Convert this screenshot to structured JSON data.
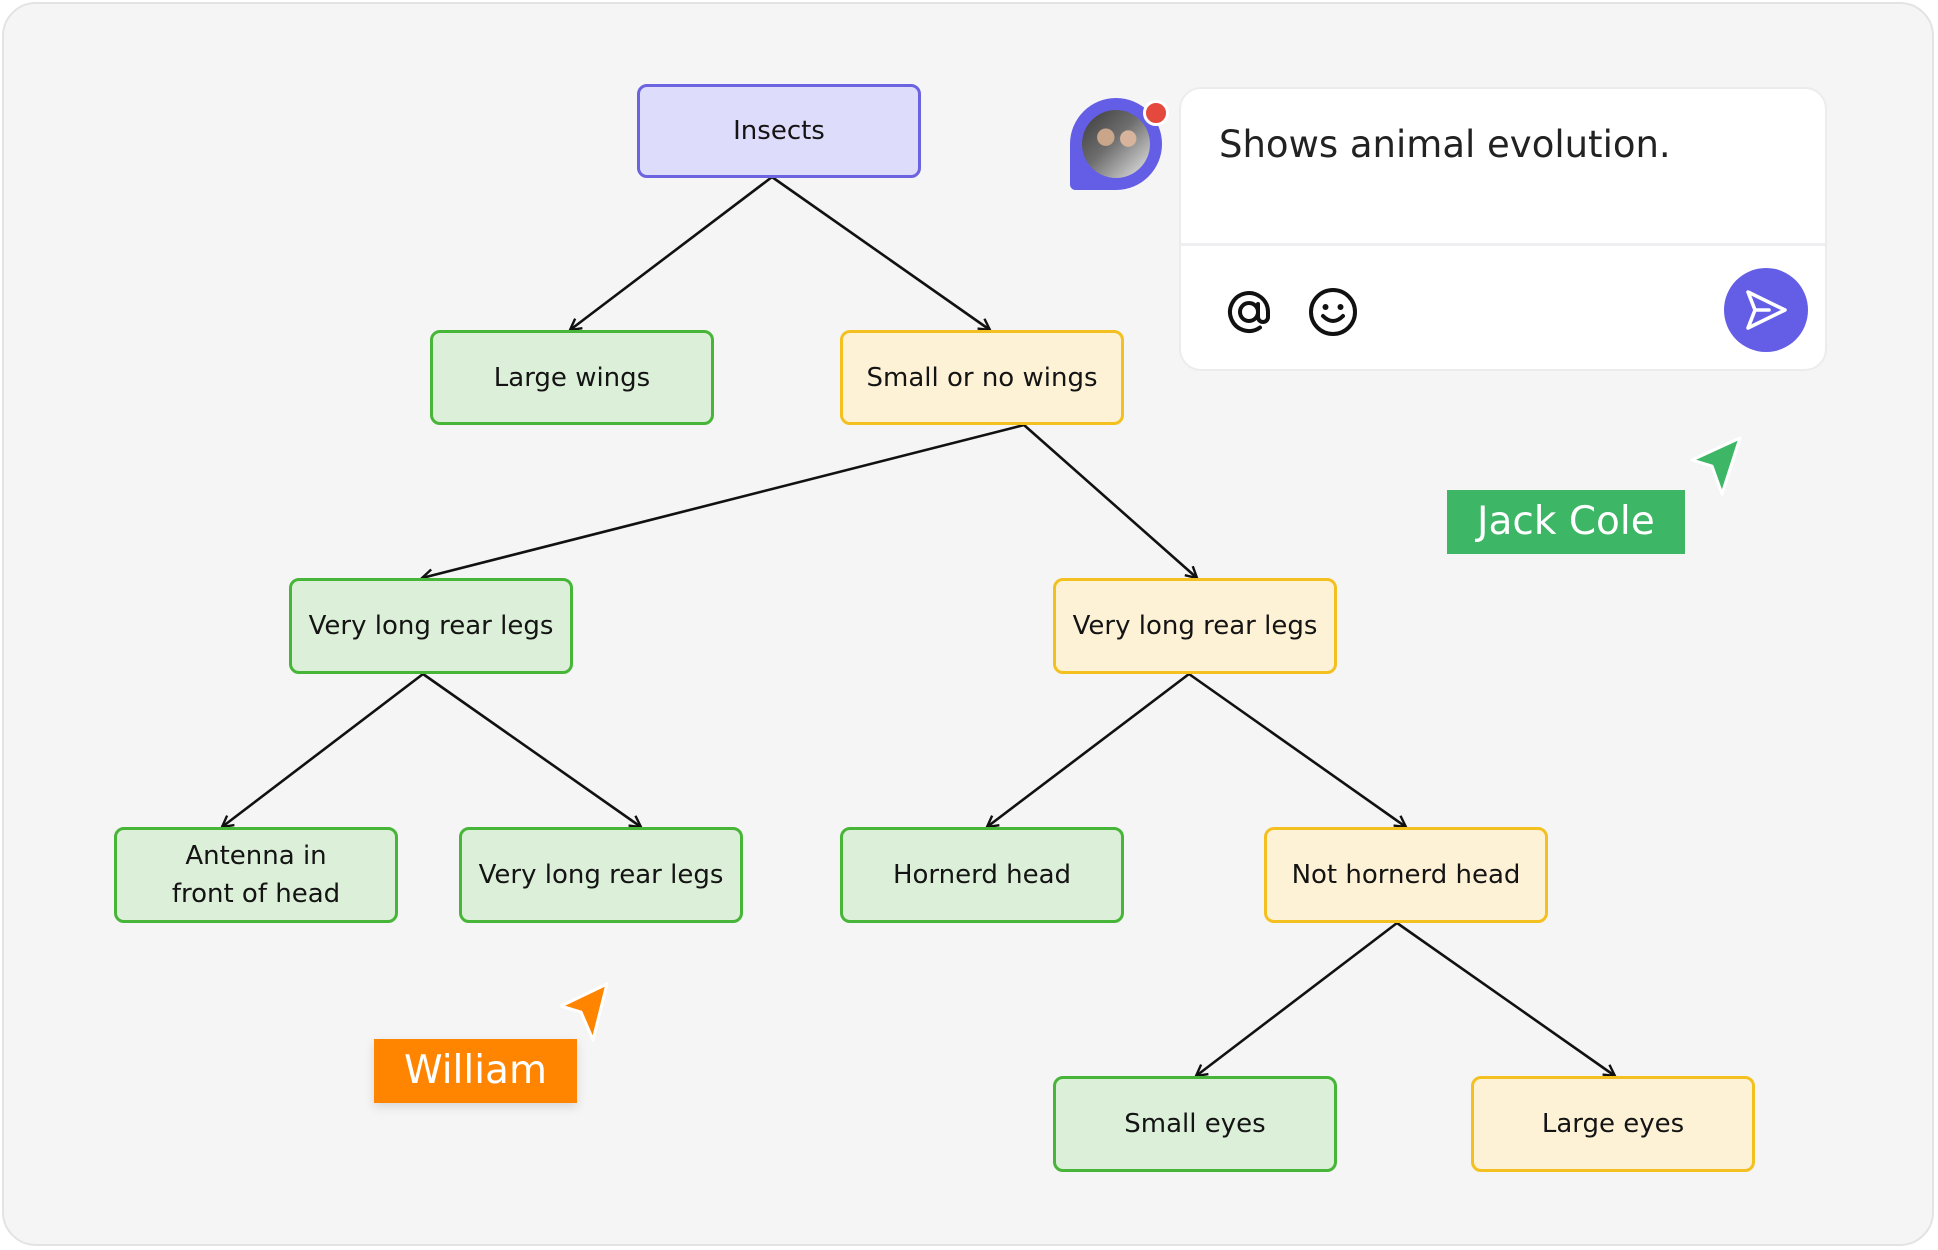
{
  "nodes": {
    "insects": "Insects",
    "large_wings": "Large wings",
    "small_or_no_wings": "Small or no wings",
    "left_long_rear_legs": "Very long rear legs",
    "right_long_rear_legs": "Very long rear legs",
    "antenna": "Antenna in\nfront of head",
    "inner_long_rear_legs": "Very long rear legs",
    "hornerd_head": "Hornerd head",
    "not_hornerd_head": "Not hornerd head",
    "small_eyes": "Small eyes",
    "large_eyes": "Large eyes"
  },
  "comment": {
    "text": "Shows animal evolution.",
    "mention_icon": "at-sign-icon",
    "emoji_icon": "smiley-icon",
    "send_icon": "send-icon"
  },
  "cursors": {
    "jack": {
      "name": "Jack Cole",
      "color": "#3db665"
    },
    "william": {
      "name": "William",
      "color": "#ff8500"
    }
  },
  "colors": {
    "purple_node": "#6b63e0",
    "green_node": "#47b537",
    "yellow_node": "#f4c020",
    "accent": "#635ee5"
  }
}
